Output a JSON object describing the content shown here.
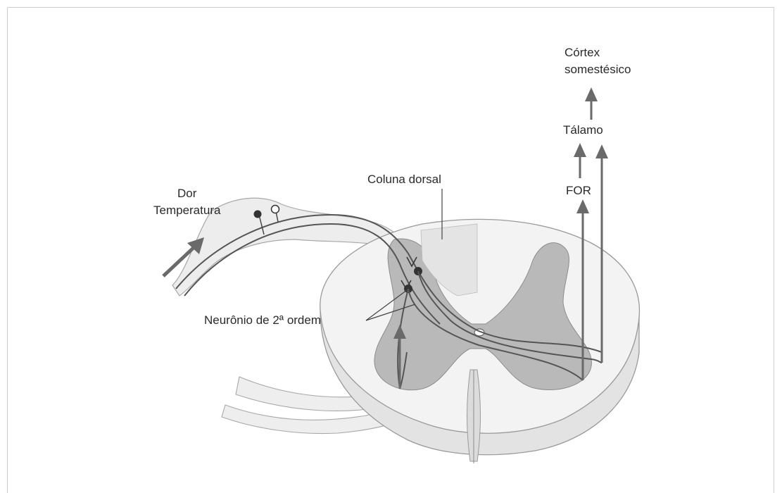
{
  "labels": {
    "cortex_line1": "Córtex",
    "cortex_line2": "somestésico",
    "talamo": "Tálamo",
    "for": "FOR",
    "coluna_dorsal": "Coluna dorsal",
    "dor": "Dor",
    "temperatura": "Temperatura",
    "neuronio_2a_ordem": "Neurônio de 2ª ordem"
  },
  "colors": {
    "tissue_light": "#ececec",
    "tissue_side": "#e2e2e2",
    "gray_matter": "#b9b9b9",
    "dorsal_column": "#e4e4e4",
    "arrow": "#6a6a6a",
    "fiber": "#5a5a5a",
    "outline": "#9a9a9a"
  }
}
